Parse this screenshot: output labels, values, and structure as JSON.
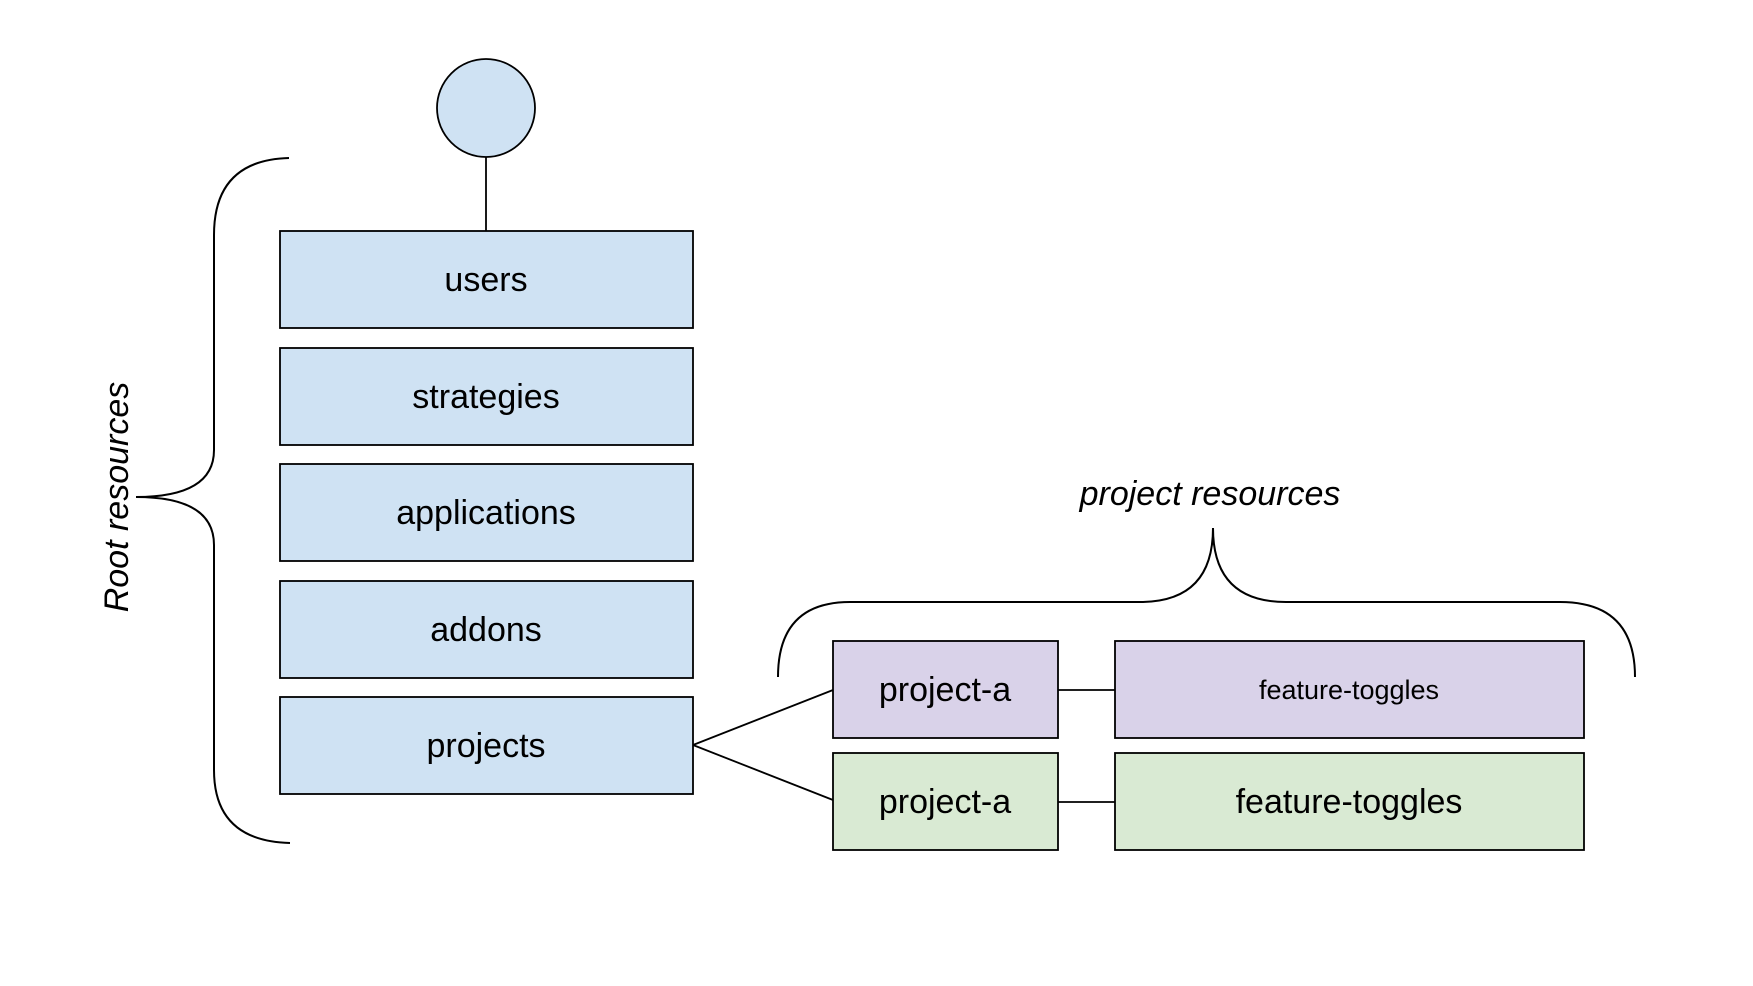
{
  "labels": {
    "root_resources": "Root resources",
    "project_resources": "project resources"
  },
  "root_resource_boxes": {
    "users": "users",
    "strategies": "strategies",
    "applications": "applications",
    "addons": "addons",
    "projects": "projects"
  },
  "project_resource_boxes": {
    "row1_project": "project-a",
    "row1_feature_toggles": "feature-toggles",
    "row2_project": "project-a",
    "row2_feature_toggles": "feature-toggles"
  },
  "colors": {
    "root_fill": "#cfe2f3",
    "project_row1_fill": "#d9d2e9",
    "project_row2_fill": "#d9ead3",
    "stroke": "#000000",
    "background": "#ffffff"
  }
}
